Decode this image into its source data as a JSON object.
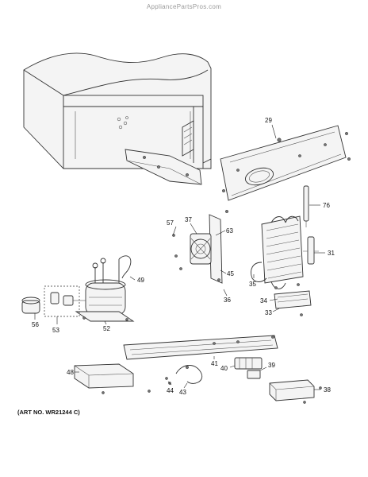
{
  "header": {
    "watermark": "AppliancePartsPros.com"
  },
  "footer": {
    "art_number": "(ART NO. WR21244 C)"
  },
  "parts": [
    {
      "id": "29"
    },
    {
      "id": "76"
    },
    {
      "id": "57"
    },
    {
      "id": "37"
    },
    {
      "id": "63"
    },
    {
      "id": "31"
    },
    {
      "id": "49"
    },
    {
      "id": "45"
    },
    {
      "id": "35"
    },
    {
      "id": "34"
    },
    {
      "id": "36"
    },
    {
      "id": "33"
    },
    {
      "id": "56"
    },
    {
      "id": "53"
    },
    {
      "id": "52"
    },
    {
      "id": "41"
    },
    {
      "id": "39"
    },
    {
      "id": "40"
    },
    {
      "id": "48"
    },
    {
      "id": "44"
    },
    {
      "id": "43"
    },
    {
      "id": "38"
    }
  ]
}
